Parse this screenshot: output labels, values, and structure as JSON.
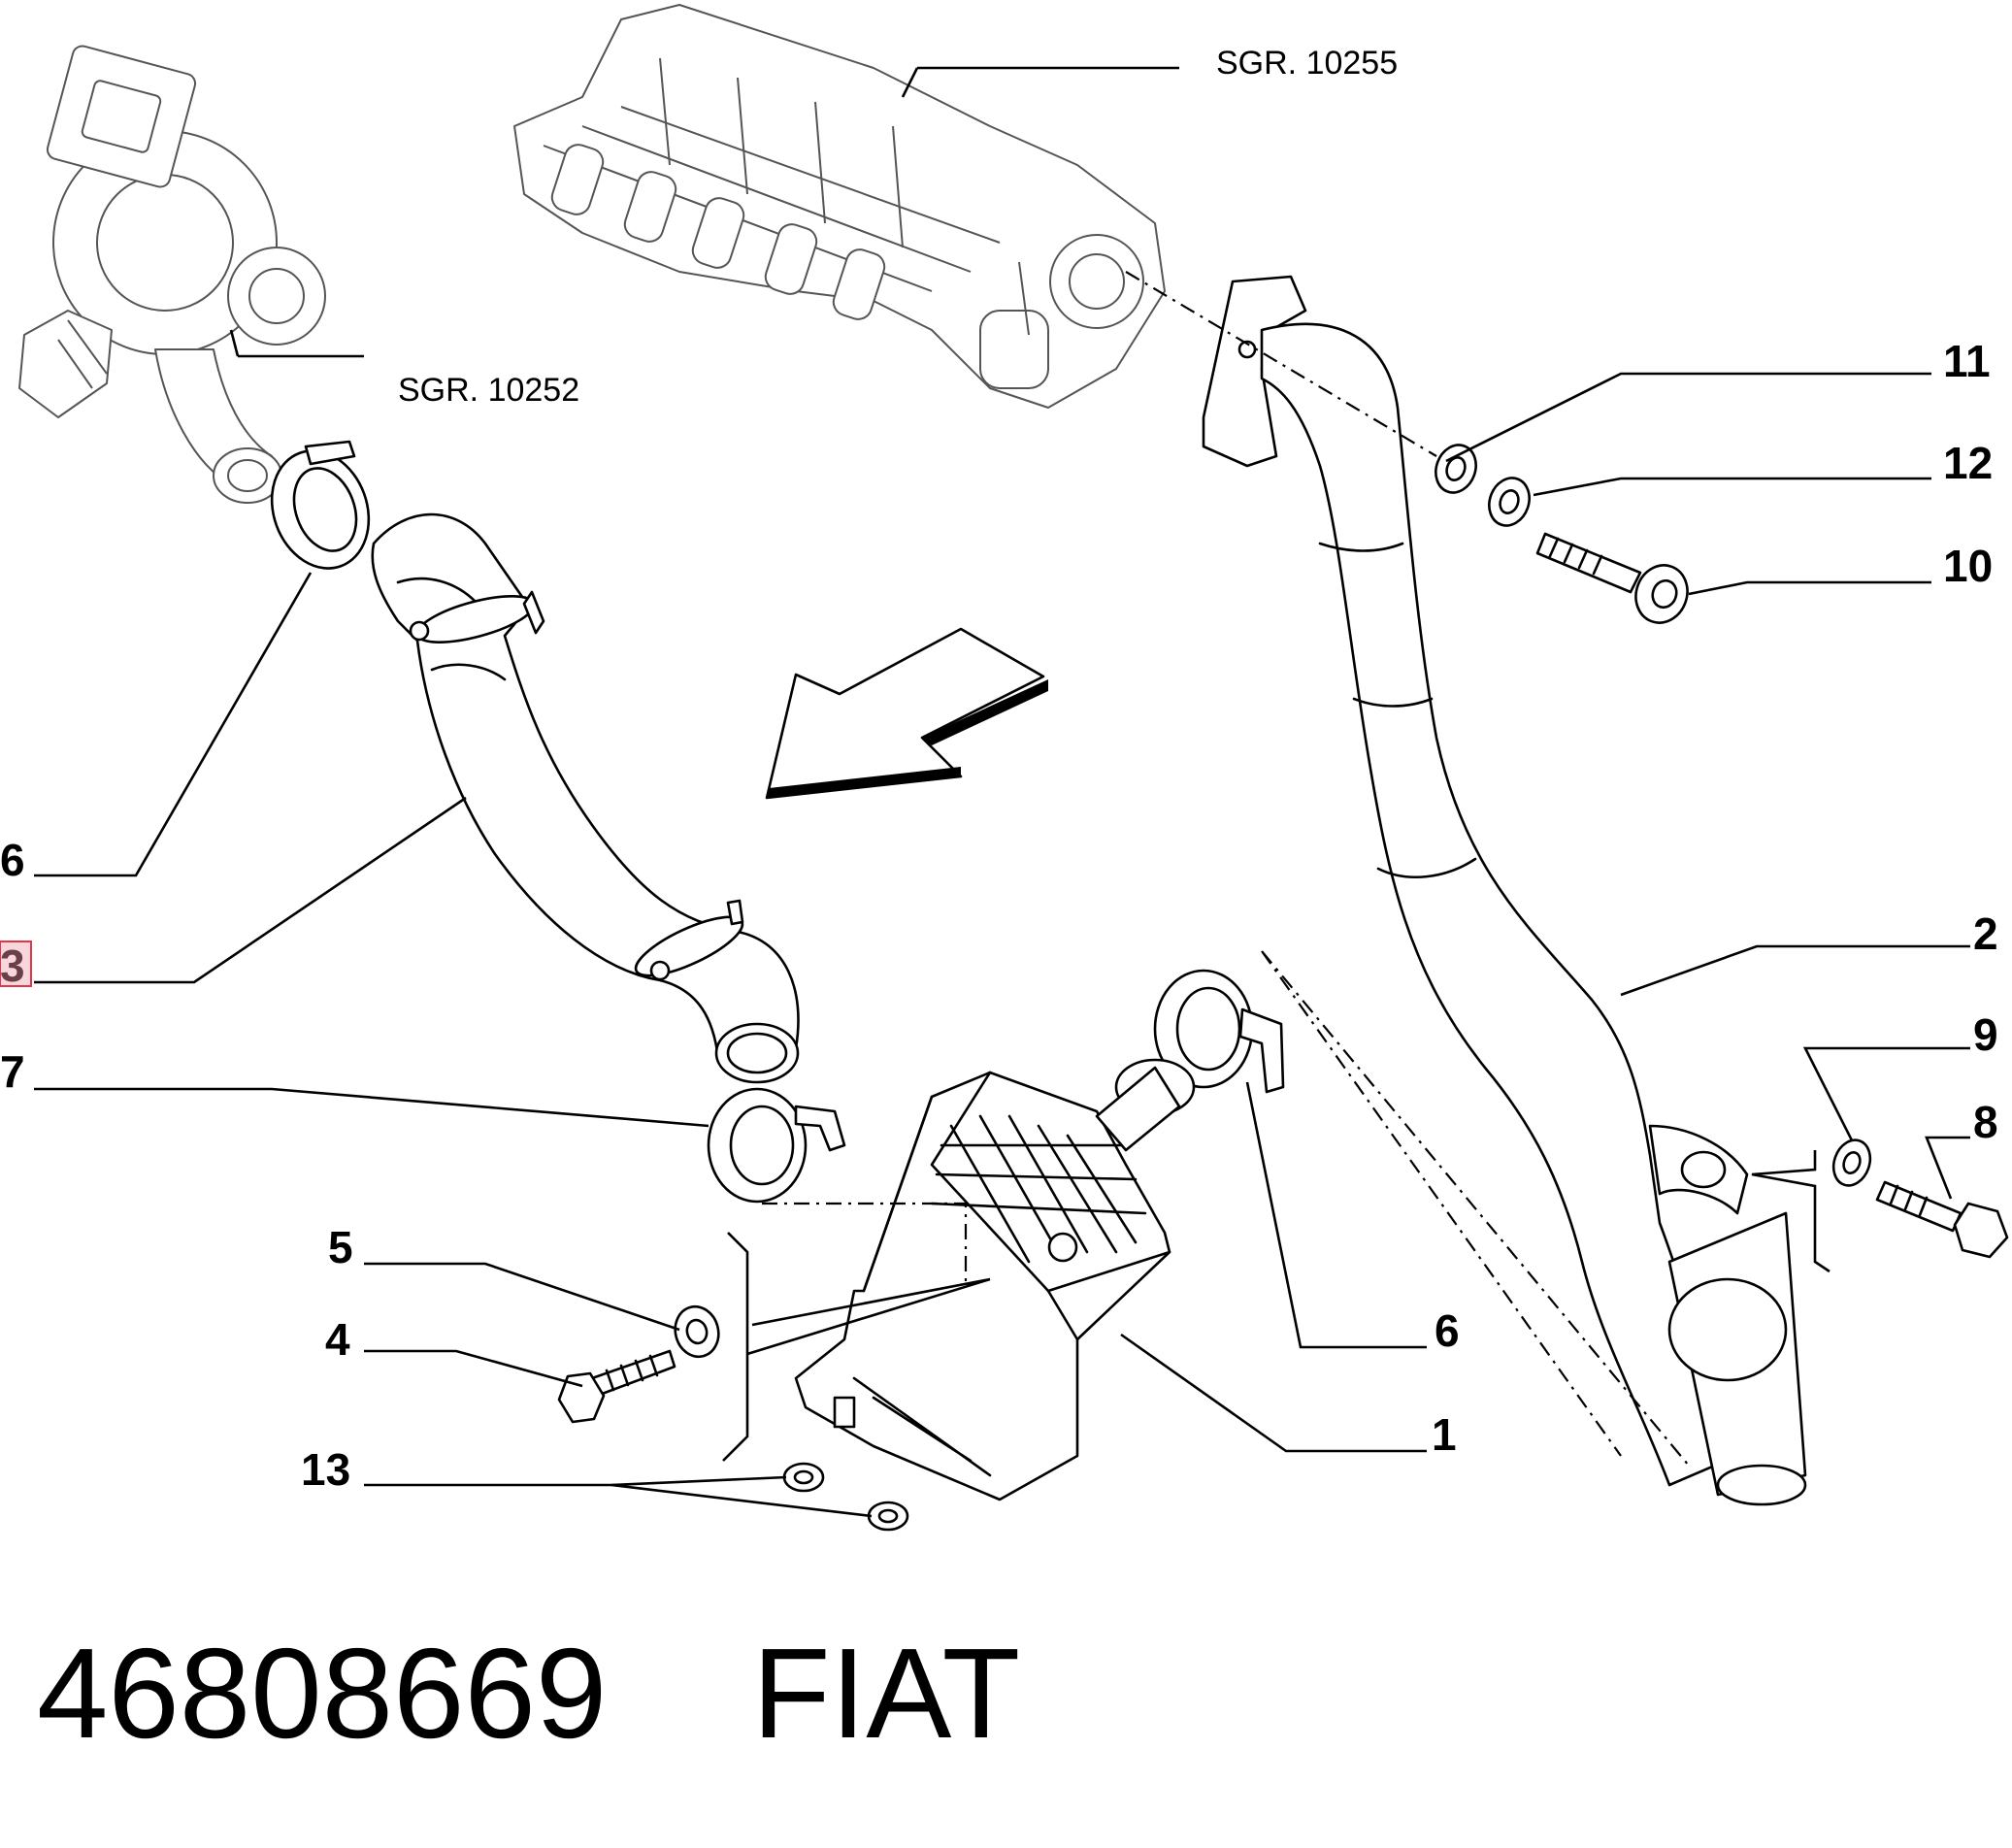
{
  "diagram": {
    "references": [
      {
        "id": "intake-manifold",
        "label": "SGR. 10255"
      },
      {
        "id": "turbocharger",
        "label": "SGR. 10252"
      }
    ],
    "callouts": [
      "1",
      "2",
      "3",
      "4",
      "5",
      "6",
      "6",
      "7",
      "8",
      "9",
      "10",
      "11",
      "12",
      "13"
    ],
    "highlighted_callout": "3",
    "highlight_color": "#e0364a"
  },
  "footer": {
    "part_number": "46808669",
    "brand": "FIAT"
  }
}
